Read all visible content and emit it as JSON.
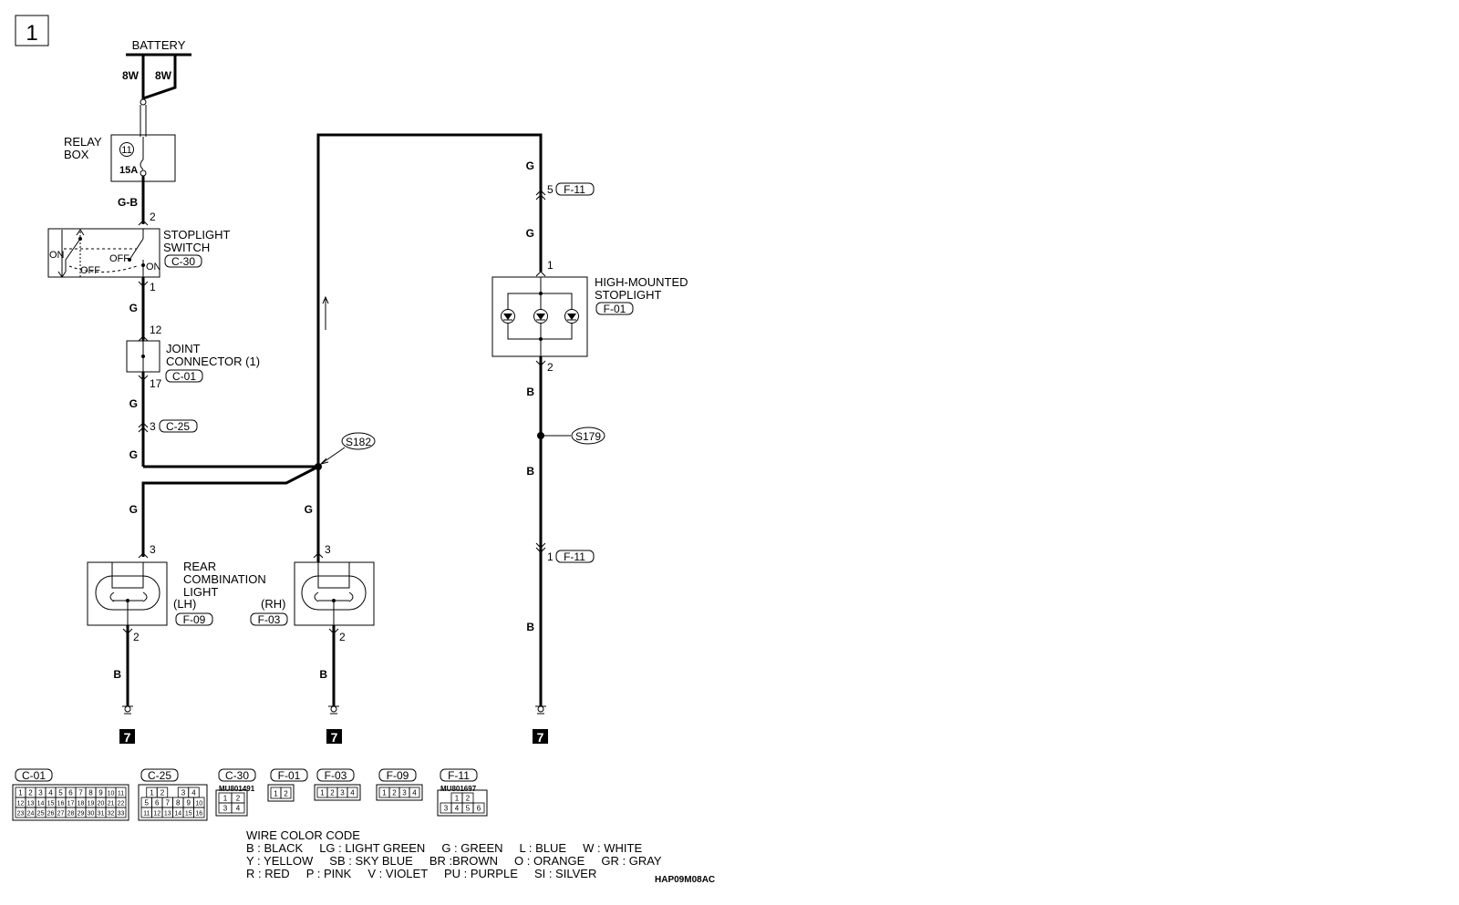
{
  "page": {
    "number": "1",
    "code": "HAP09M08AC"
  },
  "battery": {
    "label": "BATTERY",
    "wire_left": "8W",
    "wire_right": "8W"
  },
  "relay_box": {
    "label_line1": "RELAY",
    "label_line2": "BOX",
    "fuse_number": "11",
    "fuse_rating": "15A"
  },
  "stoplight_switch": {
    "label_line1": "STOPLIGHT",
    "label_line2": "SWITCH",
    "connector": "C-30",
    "pin_top": "2",
    "pin_bottom": "1",
    "state_on_left": "ON",
    "state_off_left": "OFF",
    "state_off_right": "OFF",
    "state_on_right": "ON"
  },
  "joint_connector": {
    "label_line1": "JOINT",
    "label_line2": "CONNECTOR (1)",
    "connector": "C-01",
    "pin_top": "12",
    "pin_bottom": "17"
  },
  "connector_c25": {
    "pin": "3",
    "connector": "C-25"
  },
  "connector_f11_top": {
    "pin": "5",
    "connector": "F-11"
  },
  "connector_f11_bottom": {
    "pin": "1",
    "connector": "F-11"
  },
  "high_mounted": {
    "label_line1": "HIGH-MOUNTED",
    "label_line2": "STOPLIGHT",
    "connector": "F-01",
    "pin_top": "1",
    "pin_bottom": "2"
  },
  "splices": {
    "s182": "S182",
    "s179": "S179"
  },
  "rear_light": {
    "label_line1": "REAR",
    "label_line2": "COMBINATION",
    "label_line3": "LIGHT",
    "lh_side": "(LH)",
    "lh_connector": "F-09",
    "rh_side": "(RH)",
    "rh_connector": "F-03",
    "pin_in": "3",
    "pin_out": "2"
  },
  "wire_colors": {
    "gb": "G-B",
    "g": "G",
    "b": "B"
  },
  "ground_ref": "7",
  "connector_views": [
    {
      "name": "C-01",
      "part": "",
      "rows": [
        [
          "1",
          "2",
          "3",
          "4",
          "5",
          "6",
          "7",
          "8",
          "9",
          "10",
          "11"
        ],
        [
          "12",
          "13",
          "14",
          "15",
          "16",
          "17",
          "18",
          "19",
          "20",
          "21",
          "22"
        ],
        [
          "23",
          "24",
          "25",
          "26",
          "27",
          "28",
          "29",
          "30",
          "31",
          "32",
          "33"
        ]
      ]
    },
    {
      "name": "C-25",
      "part": "",
      "rows": [
        [
          "1",
          "2",
          "",
          "3",
          "4"
        ],
        [
          "5",
          "6",
          "7",
          "8",
          "9",
          "10"
        ],
        [
          "11",
          "12",
          "13",
          "14",
          "15",
          "16"
        ]
      ]
    },
    {
      "name": "C-30",
      "part": "MU801491",
      "rows": [
        [
          "1",
          "2"
        ],
        [
          "3",
          "4"
        ]
      ]
    },
    {
      "name": "F-01",
      "part": "",
      "rows": [
        [
          "1",
          "2"
        ]
      ]
    },
    {
      "name": "F-03",
      "part": "",
      "rows": [
        [
          "1",
          "2",
          "3",
          "4"
        ]
      ]
    },
    {
      "name": "F-09",
      "part": "",
      "rows": [
        [
          "1",
          "2",
          "3",
          "4"
        ]
      ]
    },
    {
      "name": "F-11",
      "part": "MU801697",
      "rows": [
        [
          "1",
          "2"
        ],
        [
          "3",
          "4",
          "5",
          "6"
        ]
      ]
    }
  ],
  "legend": {
    "title": "WIRE COLOR CODE",
    "row1": "B : BLACK     LG : LIGHT GREEN     G : GREEN     L : BLUE     W : WHITE",
    "row2": "Y : YELLOW     SB : SKY BLUE     BR :BROWN     O : ORANGE     GR : GRAY",
    "row3": "R : RED     P : PINK     V : VIOLET     PU : PURPLE     SI : SILVER"
  }
}
